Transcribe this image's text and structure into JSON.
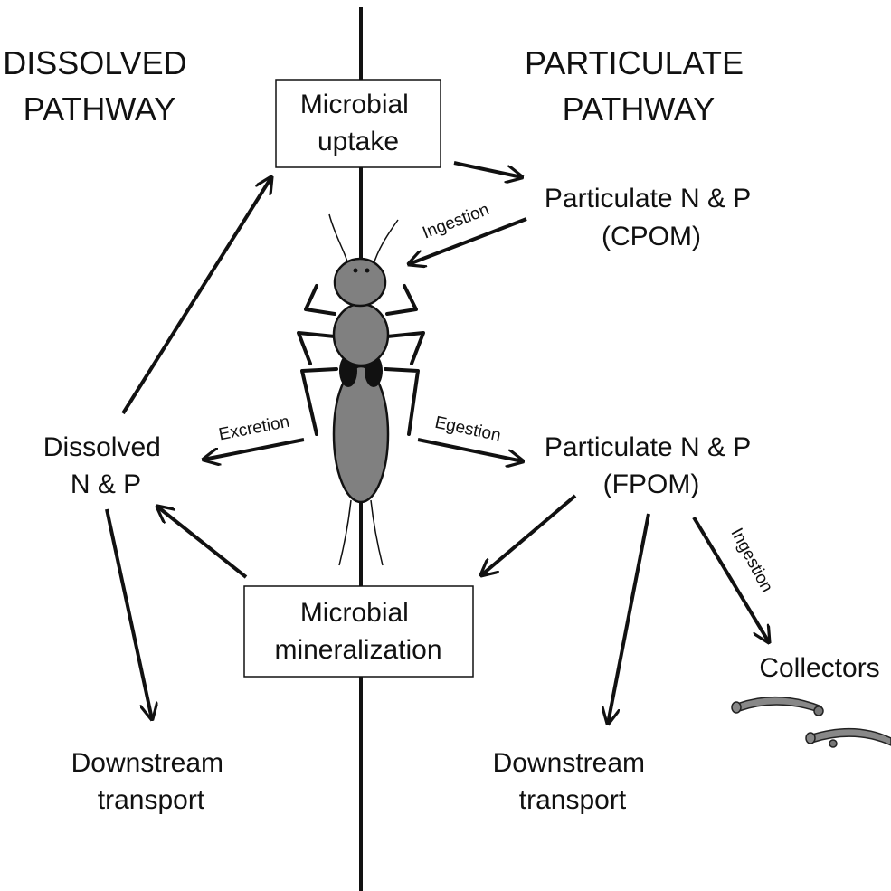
{
  "headings": {
    "dissolved": [
      "DISSOLVED",
      "PATHWAY"
    ],
    "particulate": [
      "PARTICULATE",
      "PATHWAY"
    ]
  },
  "boxes": {
    "uptake": [
      "Microbial",
      "uptake"
    ],
    "mineralization": [
      "Microbial",
      "mineralization"
    ]
  },
  "nodes": {
    "cpom": [
      "Particulate N & P",
      "(CPOM)"
    ],
    "dissolved": [
      "Dissolved",
      "N & P"
    ],
    "fpom": [
      "Particulate N & P",
      "(FPOM)"
    ],
    "downstream_left": [
      "Downstream",
      "transport"
    ],
    "downstream_right": [
      "Downstream",
      "transport"
    ],
    "collectors": "Collectors"
  },
  "arrow_labels": {
    "ingestion_cpom": "Ingestion",
    "excretion": "Excretion",
    "egestion": "Egestion",
    "ingestion_collectors": "Ingestion"
  },
  "colors": {
    "ink": "#111111",
    "insect_fill": "#808080",
    "larva_fill": "#888888",
    "background": "#ffffff"
  },
  "icons": [
    "insect-icon",
    "collector-larva-icon"
  ]
}
